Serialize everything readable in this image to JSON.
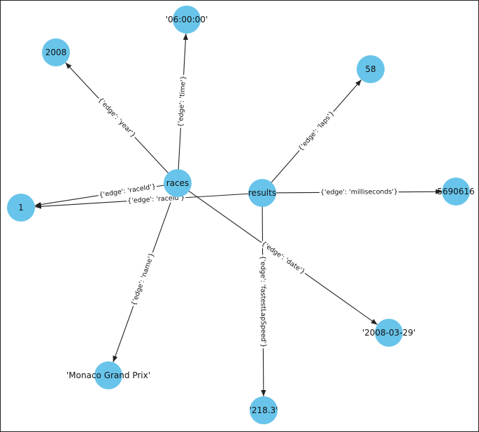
{
  "graph": {
    "node_color": "#68c4ea",
    "edge_color": "#222222",
    "nodes": [
      {
        "id": "races",
        "label": "races"
      },
      {
        "id": "results",
        "label": "results"
      },
      {
        "id": "year",
        "label": "2008"
      },
      {
        "id": "time",
        "label": "'06:00:00'"
      },
      {
        "id": "laps",
        "label": "58"
      },
      {
        "id": "raceid",
        "label": "1"
      },
      {
        "id": "milliseconds",
        "label": "5690616"
      },
      {
        "id": "name",
        "label": "'Monaco Grand Prix'"
      },
      {
        "id": "date",
        "label": "'2008-03-29'"
      },
      {
        "id": "fastestlapspeed",
        "label": "'218.3'"
      }
    ],
    "edges": [
      {
        "source": "races",
        "target": "year",
        "label": "{'edge': 'year'}"
      },
      {
        "source": "races",
        "target": "time",
        "label": "{'edge': 'time'}"
      },
      {
        "source": "races",
        "target": "raceid",
        "label": "{'edge': 'raceId'}"
      },
      {
        "source": "races",
        "target": "name",
        "label": "{'edge': 'name'}"
      },
      {
        "source": "races",
        "target": "date",
        "label": "{'edge': 'date'}"
      },
      {
        "source": "results",
        "target": "laps",
        "label": "{'edge': 'laps'}"
      },
      {
        "source": "results",
        "target": "raceid",
        "label": "{'edge': 'raceId'}"
      },
      {
        "source": "results",
        "target": "milliseconds",
        "label": "{'edge': 'milliseconds'}"
      },
      {
        "source": "results",
        "target": "fastestlapspeed",
        "label": "{'edge': 'fastestLapSpeed'}"
      }
    ]
  }
}
